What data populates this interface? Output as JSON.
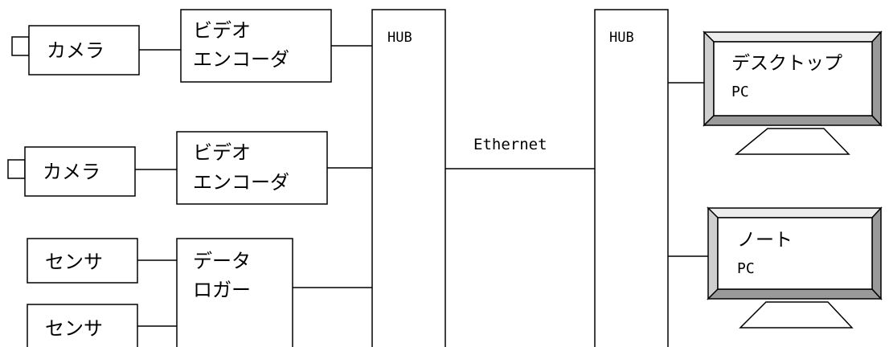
{
  "cameras": [
    {
      "label": "カメラ"
    },
    {
      "label": "カメラ"
    }
  ],
  "encoders": [
    {
      "line1": "ビデオ",
      "line2": "エンコーダ"
    },
    {
      "line1": "ビデオ",
      "line2": "エンコーダ"
    }
  ],
  "sensors": [
    {
      "label": "センサ"
    },
    {
      "label": "センサ"
    }
  ],
  "logger": {
    "line1": "データ",
    "line2": "ロガー"
  },
  "hubs": [
    {
      "label": "HUB"
    },
    {
      "label": "HUB"
    }
  ],
  "network": {
    "label": "Ethernet"
  },
  "desktop": {
    "line1": "デスクトップ",
    "line2": "PC"
  },
  "laptop": {
    "line1": "ノート",
    "line2": "PC"
  },
  "colors": {
    "bezel_light": "#ececec",
    "bezel_mid": "#cfcfcf",
    "bezel_dark": "#9a9a9a"
  }
}
